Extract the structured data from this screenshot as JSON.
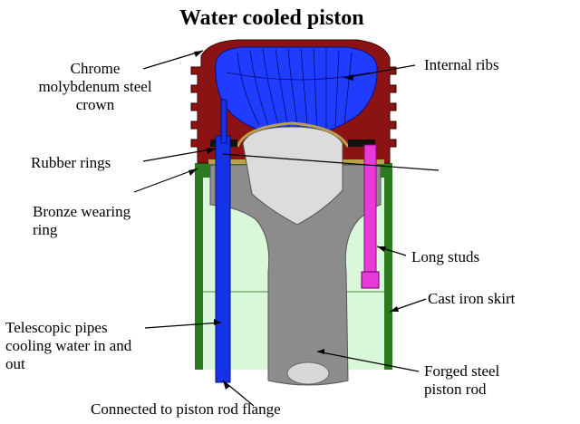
{
  "title": "Water cooled piston",
  "labels": {
    "crown_line1": "Chrome",
    "crown_line2": "molybdenum steel",
    "crown_line3": "crown",
    "internal_ribs": "Internal ribs",
    "rubber_rings": "Rubber rings",
    "bronze_line1": "Bronze wearing",
    "bronze_line2": "ring",
    "long_studs": "Long studs",
    "cast_iron_skirt": "Cast iron skirt",
    "tele_line1": "Telescopic pipes",
    "tele_line2": "cooling water in and",
    "tele_line3": "out",
    "forged_line1": "Forged steel",
    "forged_line2": "piston rod",
    "connected": "Connected to piston rod flange"
  },
  "colors": {
    "crown": "#8b1313",
    "cooling_space": "#1f3cff",
    "skirt_outer": "#2a7a1e",
    "skirt_inner": "#d9f7d9",
    "piston_rod": "#8c8c8c",
    "pin_boss": "#dcdcdc",
    "bronze_ring": "#b9a24a",
    "studs": "#e83ad8",
    "pipes": "#1432e6"
  }
}
